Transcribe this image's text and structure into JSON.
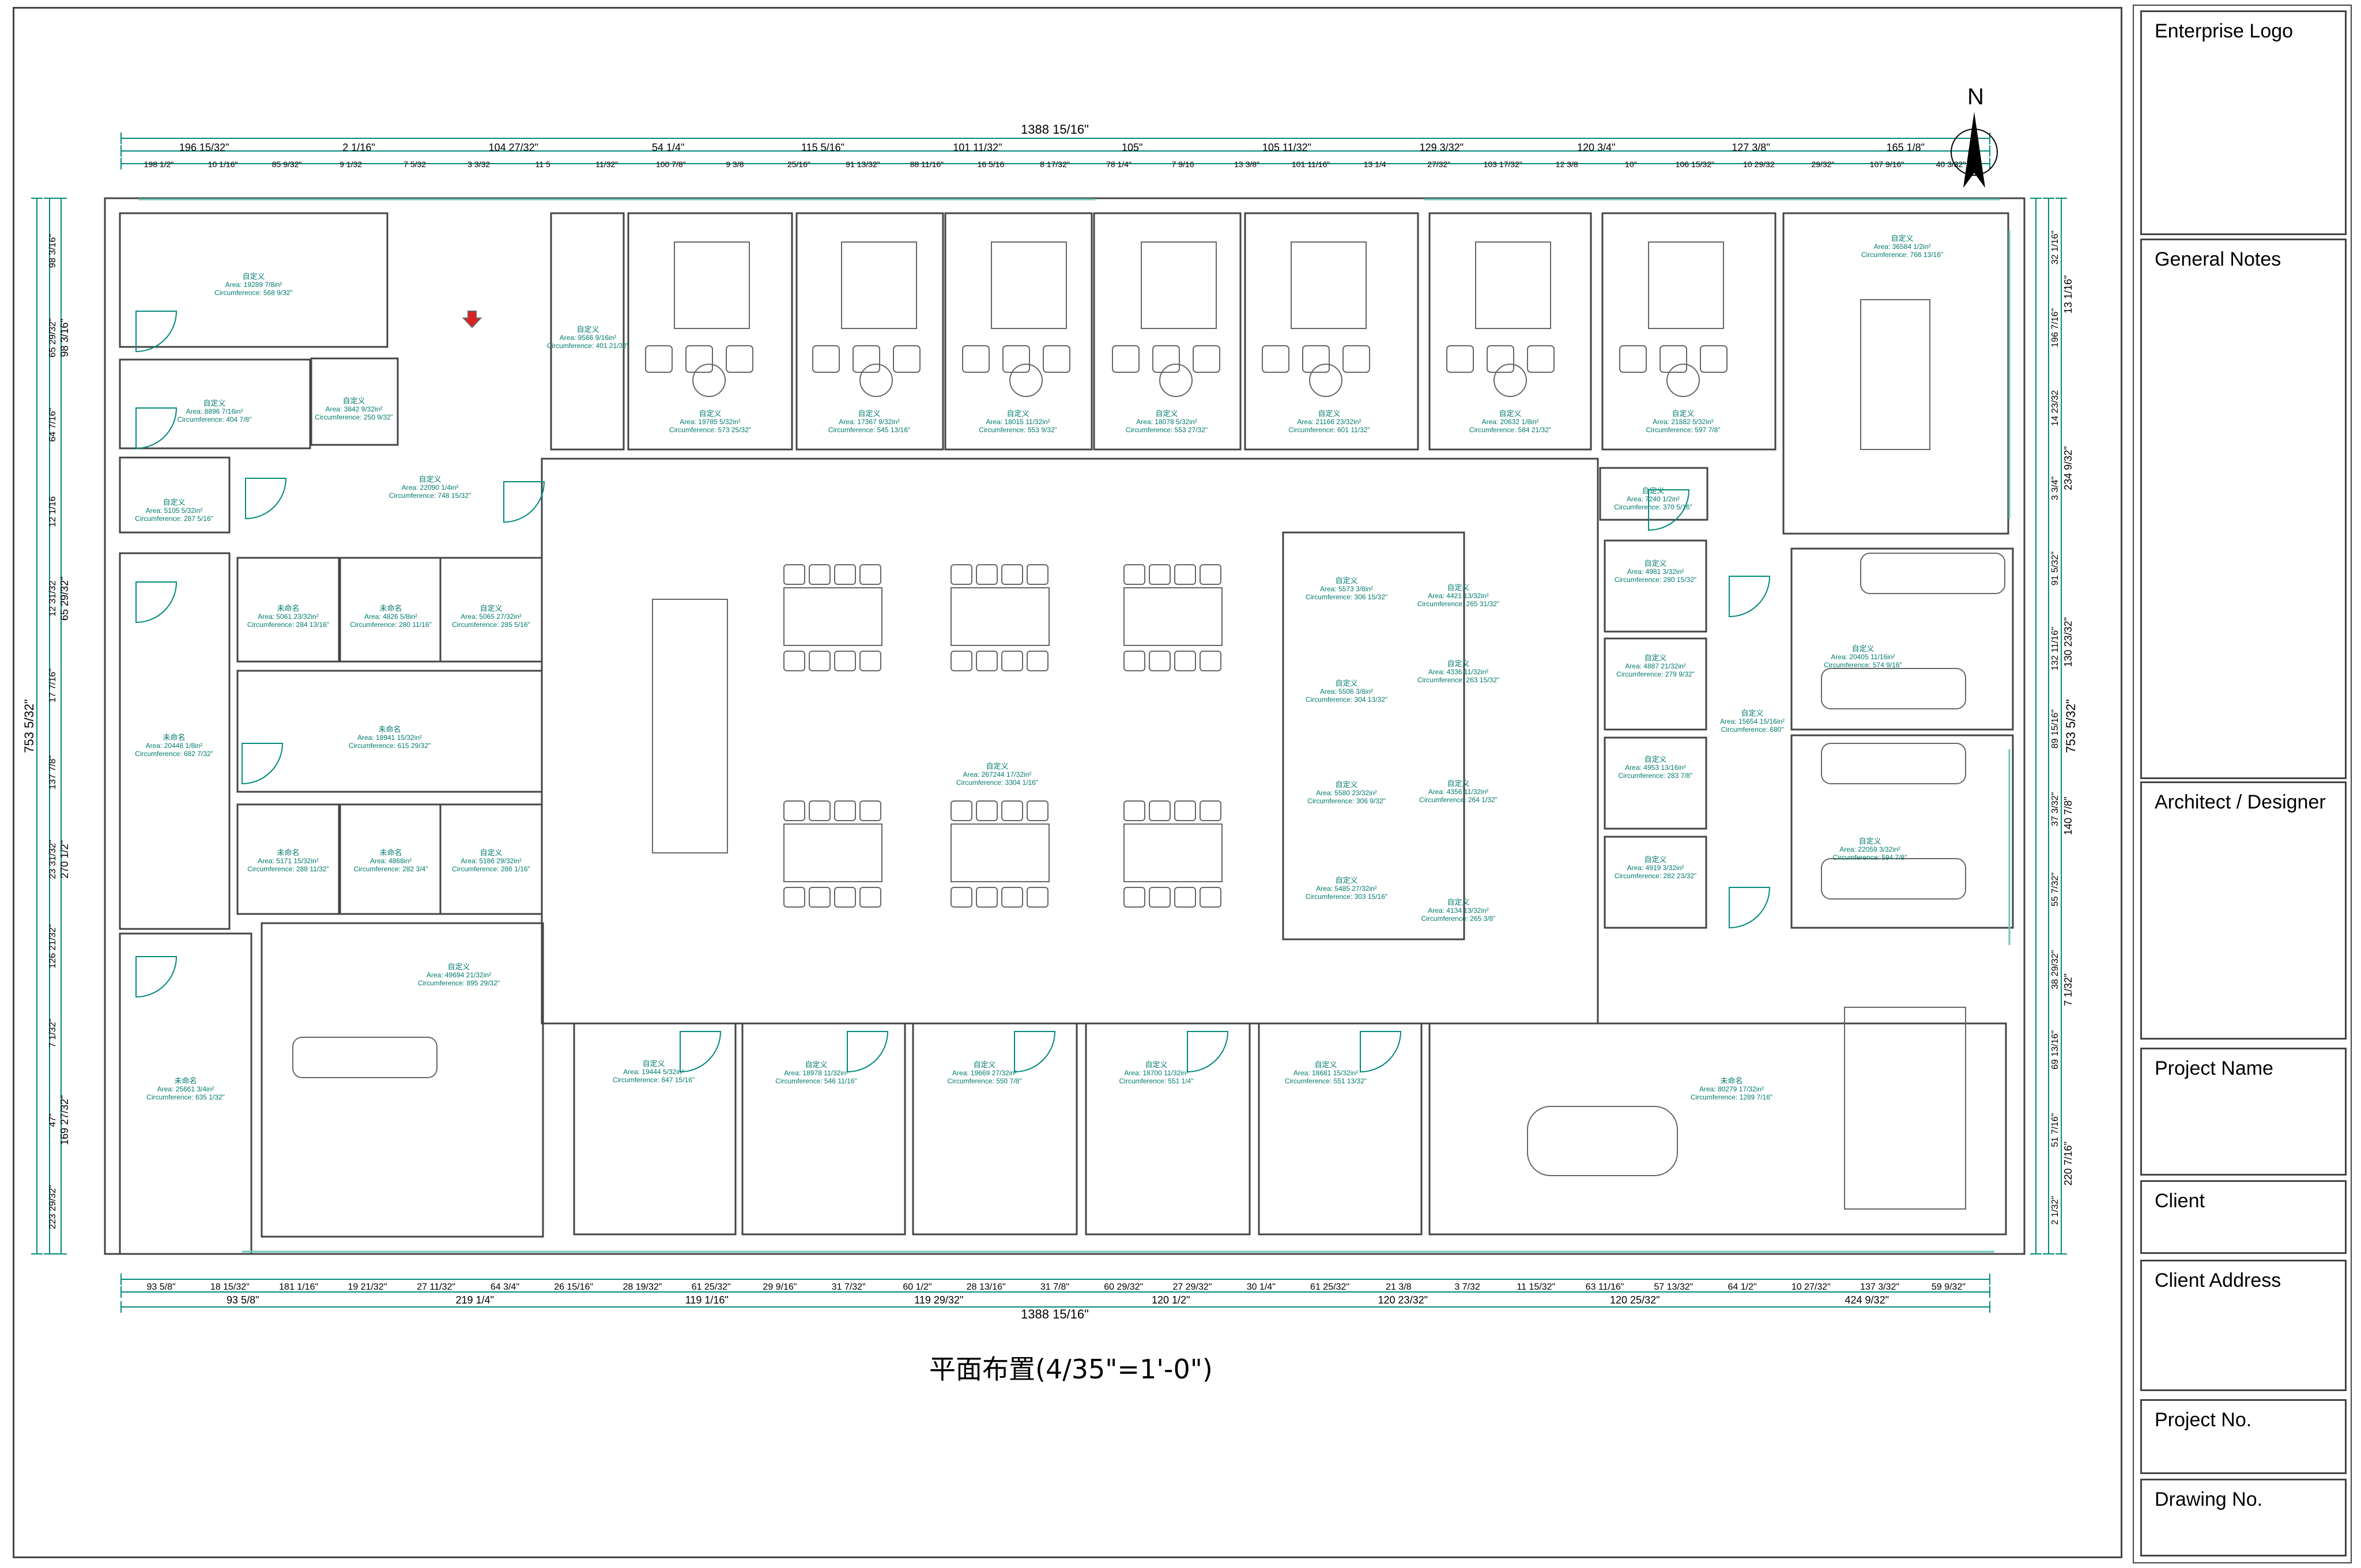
{
  "title_block": {
    "enterprise_logo": "Enterprise Logo",
    "general_notes": "General Notes",
    "architect": "Architect / Designer",
    "project_name": "Project Name",
    "client": "Client",
    "client_address": "Client Address",
    "project_no": "Project No.",
    "drawing_no": "Drawing No."
  },
  "plan": {
    "caption": "平面布置(4/35\"=1'-0\")",
    "north": "N"
  },
  "dimensions": {
    "top_overall": "1388 15/16\"",
    "bottom_overall": "1388 15/16\"",
    "top_row1": [
      "196 15/32\"",
      "2 1/16\"",
      "104 27/32\"",
      "54 1/4\"",
      "115 5/16\"",
      "101 11/32\"",
      "105\"",
      "105 11/32\"",
      "129 3/32\"",
      "120 3/4\"",
      "127 3/8\"",
      "165 1/8\""
    ],
    "top_row2": [
      "198 1/2\"",
      "10 1/16\"",
      "85 9/32\"",
      "9 1/32",
      "7 5/32",
      "3 3/32",
      "11 5",
      "11/32\"",
      "100 7/8\"",
      "9 3/8",
      "25/16\"",
      "91 13/32\"",
      "88 11/16\"",
      "16 5/16",
      "8 17/32\"",
      "78 1/4\"",
      "7 9/16",
      "13 3/8\"",
      "101 11/16\"",
      "13 1/4",
      "27/32\"",
      "103 17/32\"",
      "12 3/8",
      "10\"",
      "106 15/32\"",
      "10 29/32",
      "29/32\"",
      "107 9/16\"",
      "40 3/32\""
    ],
    "bottom_row1": [
      "93 5/8\"",
      "18 15/32\"",
      "181 1/16\"",
      "19 21/32\"",
      "27 11/32\"",
      "64 3/4\"",
      "26 15/16\"",
      "28 19/32\"",
      "61 25/32\"",
      "29 9/16\"",
      "31 7/32\"",
      "60 1/2\"",
      "28 13/16\"",
      "31 7/8\"",
      "60 29/32\"",
      "27 29/32\"",
      "30 1/4\"",
      "61 25/32\"",
      "21 3/8",
      "3 7/32",
      "11 15/32\"",
      "63 11/16\"",
      "57 13/32\"",
      "64 1/2\"",
      "10 27/32\"",
      "137 3/32\"",
      "59 9/32\""
    ],
    "bottom_row2": [
      "93 5/8\"",
      "219 1/4\"",
      "119 1/16\"",
      "119 29/32\"",
      "120 1/2\"",
      "120 23/32\"",
      "120 25/32\"",
      "424 9/32\""
    ],
    "left_row1": [
      "98 3/16\"",
      "65 29/32\"",
      "64 7/16\"",
      "12 1/16",
      "12 31/32",
      "17 7/16\"",
      "137 7/8\"",
      "23 31/32\"",
      "126 21/32\"",
      "7 1/32\"",
      "47\"",
      "223 29/32\""
    ],
    "left_row2": [
      "98 3/16\"",
      "65 29/32\"",
      "270 1/2\"",
      "169 27/32\""
    ],
    "left_overall": "753 5/32\"",
    "right_row1": [
      "32 1/16\"",
      "196 7/16\"",
      "14 23/32",
      "3 3/4\"",
      "91 5/32\"",
      "132 11/16\"",
      "89 15/16\"",
      "37 3/32\"",
      "55 7/32\"",
      "38 29/32\"",
      "69 13/16\"",
      "51 7/16\"",
      "2 1/32\""
    ],
    "right_row2": [
      "13 1/16\"",
      "234 9/32\"",
      "130 23/32\"",
      "140 7/8\"",
      "7 1/32\"",
      "220 7/16\""
    ],
    "right_overall": "753 5/32\""
  },
  "rooms": {
    "room_top_left": {
      "name": "自定义",
      "area": "Area: 19289 7/8in²",
      "circ": "Circumference: 568 9/32\""
    },
    "room_left_2": {
      "name": "自定义",
      "area": "Area: 8896 7/16in²",
      "circ": "Circumference: 404 7/8\""
    },
    "room_left_2b": {
      "name": "自定义",
      "area": "Area: 3842 9/32in²",
      "circ": "Circumference: 250 9/32\""
    },
    "room_corridor": {
      "name": "自定义",
      "area": "Area: 22090 1/4in²",
      "circ": "Circumference: 748 15/32\""
    },
    "room_small_left": {
      "name": "自定义",
      "area": "Area: 5105 5/32in²",
      "circ": "Circumference: 287 5/16\""
    },
    "room_toilet": {
      "name": "自定义",
      "area": "Area: 9566 9/16in²",
      "circ": "Circumference: 401 21/32\""
    },
    "office_1": {
      "name": "自定义",
      "area": "Area: 19785 5/32in²",
      "circ": "Circumference: 573 25/32\""
    },
    "office_2": {
      "name": "自定义",
      "area": "Area: 17367 9/32in²",
      "circ": "Circumference: 545 13/16\""
    },
    "office_3": {
      "name": "自定义",
      "area": "Area: 18015 11/32in²",
      "circ": "Circumference: 553 9/32\""
    },
    "office_4": {
      "name": "自定义",
      "area": "Area: 18078 5/32in²",
      "circ": "Circumference: 553 27/32\""
    },
    "office_5": {
      "name": "自定义",
      "area": "Area: 21166 23/32in²",
      "circ": "Circumference: 601 11/32\""
    },
    "office_6": {
      "name": "自定义",
      "area": "Area: 20632 1/8in²",
      "circ": "Circumference: 584 21/32\""
    },
    "office_7": {
      "name": "自定义",
      "area": "Area: 21882 5/32in²",
      "circ": "Circumference: 597 7/8\""
    },
    "meeting_top_right": {
      "name": "自定义",
      "area": "Area: 36584 1/2in²",
      "circ": "Circumference: 766 13/16\""
    },
    "room_r_small": {
      "name": "自定义",
      "area": "Area: 7240 1/2in²",
      "circ": "Circumference: 370 5/16\""
    },
    "store_1": {
      "name": "未命名",
      "area": "Area: 5061 23/32in²",
      "circ": "Circumference: 284 13/16\""
    },
    "store_2": {
      "name": "未命名",
      "area": "Area: 4826 5/8in²",
      "circ": "Circumference: 280 11/16\""
    },
    "store_3": {
      "name": "自定义",
      "area": "Area: 5065 27/32in²",
      "circ": "Circumference: 285 5/16\""
    },
    "room_left_tall": {
      "name": "未命名",
      "area": "Area: 20448 1/8in²",
      "circ": "Circumference: 682 7/32\""
    },
    "room_mid_corr": {
      "name": "未命名",
      "area": "Area: 18941 15/32in²",
      "circ": "Circumference: 615 29/32\""
    },
    "store_4": {
      "name": "未命名",
      "area": "Area: 5171 15/32in²",
      "circ": "Circumference: 288 11/32\""
    },
    "store_5": {
      "name": "未命名",
      "area": "Area: 4868in²",
      "circ": "Circumference: 282 3/4\""
    },
    "store_6": {
      "name": "自定义",
      "area": "Area: 5186 29/32in²",
      "circ": "Circumference: 286 1/16\""
    },
    "open_office": {
      "name": "自定义",
      "area": "Area: 267244 17/32in²",
      "circ": "Circumference: 3304 1/16\""
    },
    "lounge_left": {
      "name": "自定义",
      "area": "Area: 49694 21/32in²",
      "circ": "Circumference: 895 29/32\""
    },
    "room_left_bottom": {
      "name": "未命名",
      "area": "Area: 25661 3/4in²",
      "circ": "Circumference: 635 1/32\""
    },
    "wc_1": {
      "name": "自定义",
      "area": "Area: 5573 3/8in²",
      "circ": "Circumference: 306 15/32\""
    },
    "wc_2": {
      "name": "自定义",
      "area": "Area: 4421 13/32in²",
      "circ": "Circumference: 265 31/32\""
    },
    "wc_3": {
      "name": "自定义",
      "area": "Area: 5506 3/8in²",
      "circ": "Circumference: 304 13/32\""
    },
    "wc_4": {
      "name": "自定义",
      "area": "Area: 4336 11/32in²",
      "circ": "Circumference: 263 15/32\""
    },
    "wc_5": {
      "name": "自定义",
      "area": "Area: 5580 23/32in²",
      "circ": "Circumference: 306 9/32\""
    },
    "wc_6": {
      "name": "自定义",
      "area": "Area: 4356 11/32in²",
      "circ": "Circumference: 264 1/32\""
    },
    "wc_7": {
      "name": "自定义",
      "area": "Area: 5485 27/32in²",
      "circ": "Circumference: 303 15/16\""
    },
    "wc_8": {
      "name": "自定义",
      "area": "Area: 4134 13/32in²",
      "circ": "Circumference: 265 3/8\""
    },
    "wc_r1": {
      "name": "自定义",
      "area": "Area: 4981 3/32in²",
      "circ": "Circumference: 280 15/32\""
    },
    "wc_r2": {
      "name": "自定义",
      "area": "Area: 4887 21/32in²",
      "circ": "Circumference: 279 9/32\""
    },
    "wc_r3": {
      "name": "自定义",
      "area": "Area: 4953 13/16in²",
      "circ": "Circumference: 283 7/8\""
    },
    "wc_r4": {
      "name": "自定义",
      "area": "Area: 4919 3/32in²",
      "circ": "Circumference: 282 23/32\""
    },
    "wc_r_corr": {
      "name": "自定义",
      "area": "Area: 15654 15/16in²",
      "circ": "Circumference: 680\""
    },
    "lounge_r1": {
      "name": "自定义",
      "area": "Area: 20405 11/16in²",
      "circ": "Circumference: 574 9/16\""
    },
    "lounge_r2": {
      "name": "自定义",
      "area": "Area: 22059 3/32in²",
      "circ": "Circumference: 594 7/8\""
    },
    "office_b1": {
      "name": "自定义",
      "area": "Area: 19444 5/32in²",
      "circ": "Circumference: 647 15/16\""
    },
    "office_b2": {
      "name": "自定义",
      "area": "Area: 18978 11/32in²",
      "circ": "Circumference: 546 11/16\""
    },
    "office_b3": {
      "name": "自定义",
      "area": "Area: 19669 27/32in²",
      "circ": "Circumference: 550 7/8\""
    },
    "office_b4": {
      "name": "自定义",
      "area": "Area: 18700 11/32in²",
      "circ": "Circumference: 551 1/4\""
    },
    "office_b5": {
      "name": "自定义",
      "area": "Area: 18681 15/32in²",
      "circ": "Circumference: 551 13/32\""
    },
    "dining": {
      "name": "未命名",
      "area": "Area: 80279 17/32in²",
      "circ": "Circumference: 1289 7/16\""
    }
  },
  "colors": {
    "wall": "#444444",
    "dimension": "#008a7c",
    "room_text": "#007a6e",
    "glass": "#6fc6b8",
    "marker": "#e02020"
  }
}
